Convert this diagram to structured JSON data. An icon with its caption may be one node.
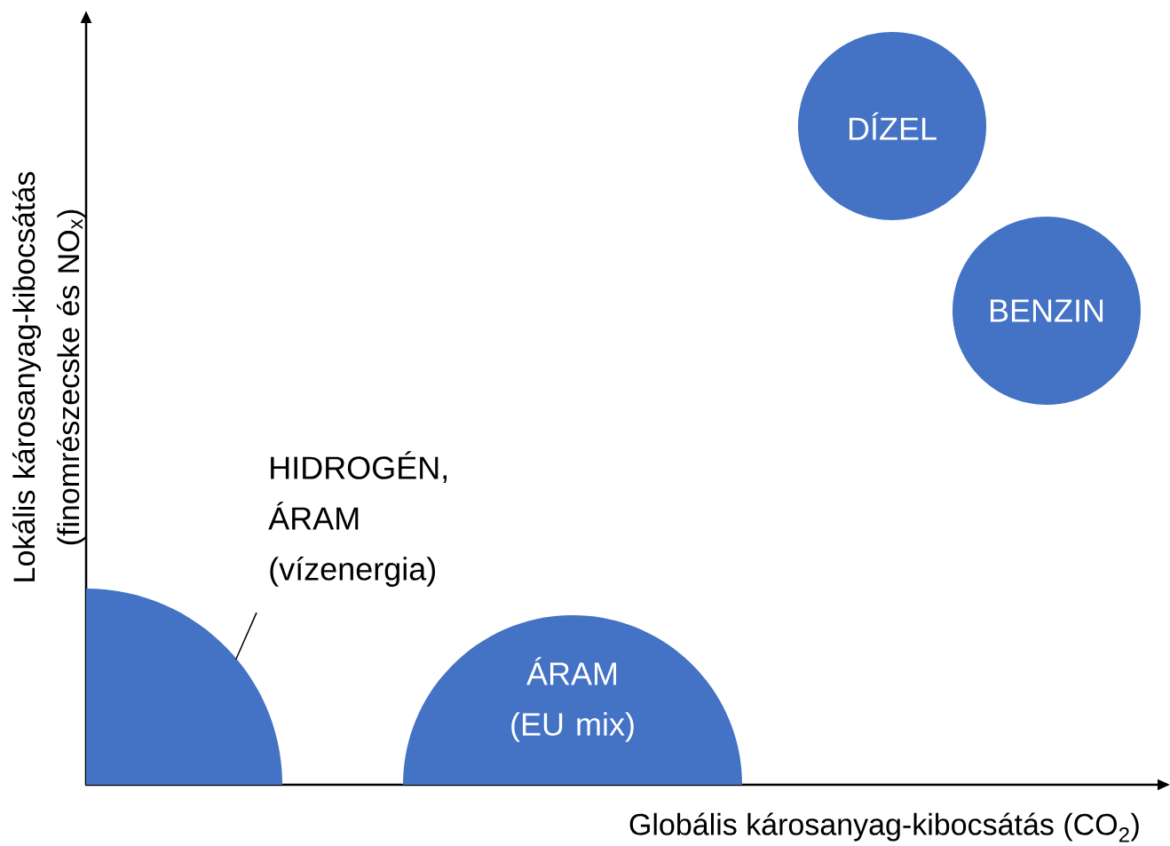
{
  "diagram": {
    "nodes": [
      {
        "text": [
          "DÍZEL"
        ]
      },
      {
        "text": [
          "BENZIN"
        ]
      },
      {
        "text": [
          "HIDROGÉN, ÁRAM (vízenergia)"
        ]
      },
      {
        "text": [],
        "shape": "circle"
      },
      {
        "text": [
          "ÁRAM (EU mix)"
        ]
      }
    ],
    "edges": [
      {
        "from": 2,
        "to": 3,
        "arrow": "none"
      }
    ],
    "labels": [
      "Lokális károsanyag-kibocsátás (finomrészecske és NO$_{x}$)",
      "Globális károsanyag-kibocsátás (CO$_{2}$)"
    ]
  }
}
